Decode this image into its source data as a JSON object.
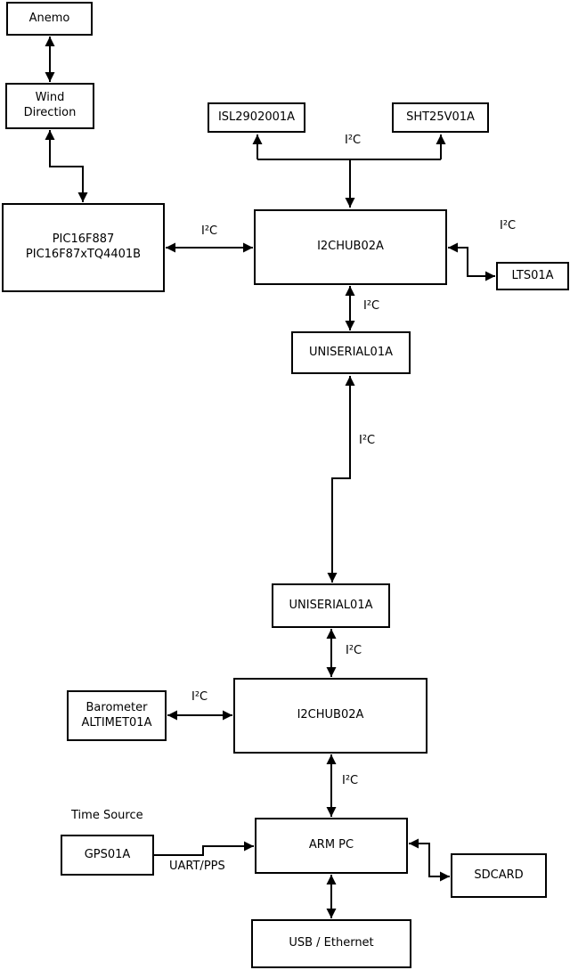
{
  "nodes": {
    "anemo": {
      "label": "Anemo"
    },
    "wind_direction": {
      "label": "Wind\nDirection"
    },
    "pic": {
      "label": "PIC16F887\nPIC16F87xTQ4401B"
    },
    "isl": {
      "label": "ISL2902001A"
    },
    "sht": {
      "label": "SHT25V01A"
    },
    "i2chub_top": {
      "label": "I2CHUB02A"
    },
    "lts": {
      "label": "LTS01A"
    },
    "uniserial_top": {
      "label": "UNISERIAL01A"
    },
    "uniserial_bottom": {
      "label": "UNISERIAL01A"
    },
    "i2chub_bottom": {
      "label": "I2CHUB02A"
    },
    "barometer": {
      "label": "Barometer\nALTIMET01A"
    },
    "gps": {
      "label": "GPS01A"
    },
    "arm_pc": {
      "label": "ARM PC"
    },
    "sdcard": {
      "label": "SDCARD"
    },
    "usb_ethernet": {
      "label": "USB / Ethernet"
    }
  },
  "edge_labels": {
    "i2c_pic_hub": "I²C",
    "i2c_top_bus": "I²C",
    "i2c_hub_lts": "I²C",
    "i2c_hub_serial": "I²C",
    "i2c_serial_serial": "I²C",
    "i2c_serial_hub2": "I²C",
    "i2c_baro_hub2": "I²C",
    "i2c_hub2_arm": "I²C",
    "time_source": "Time Source",
    "uart_pps": "UART/PPS"
  },
  "colors": {
    "line": "#000000",
    "box_fill": "#ffffff",
    "background": "#ffffff"
  }
}
